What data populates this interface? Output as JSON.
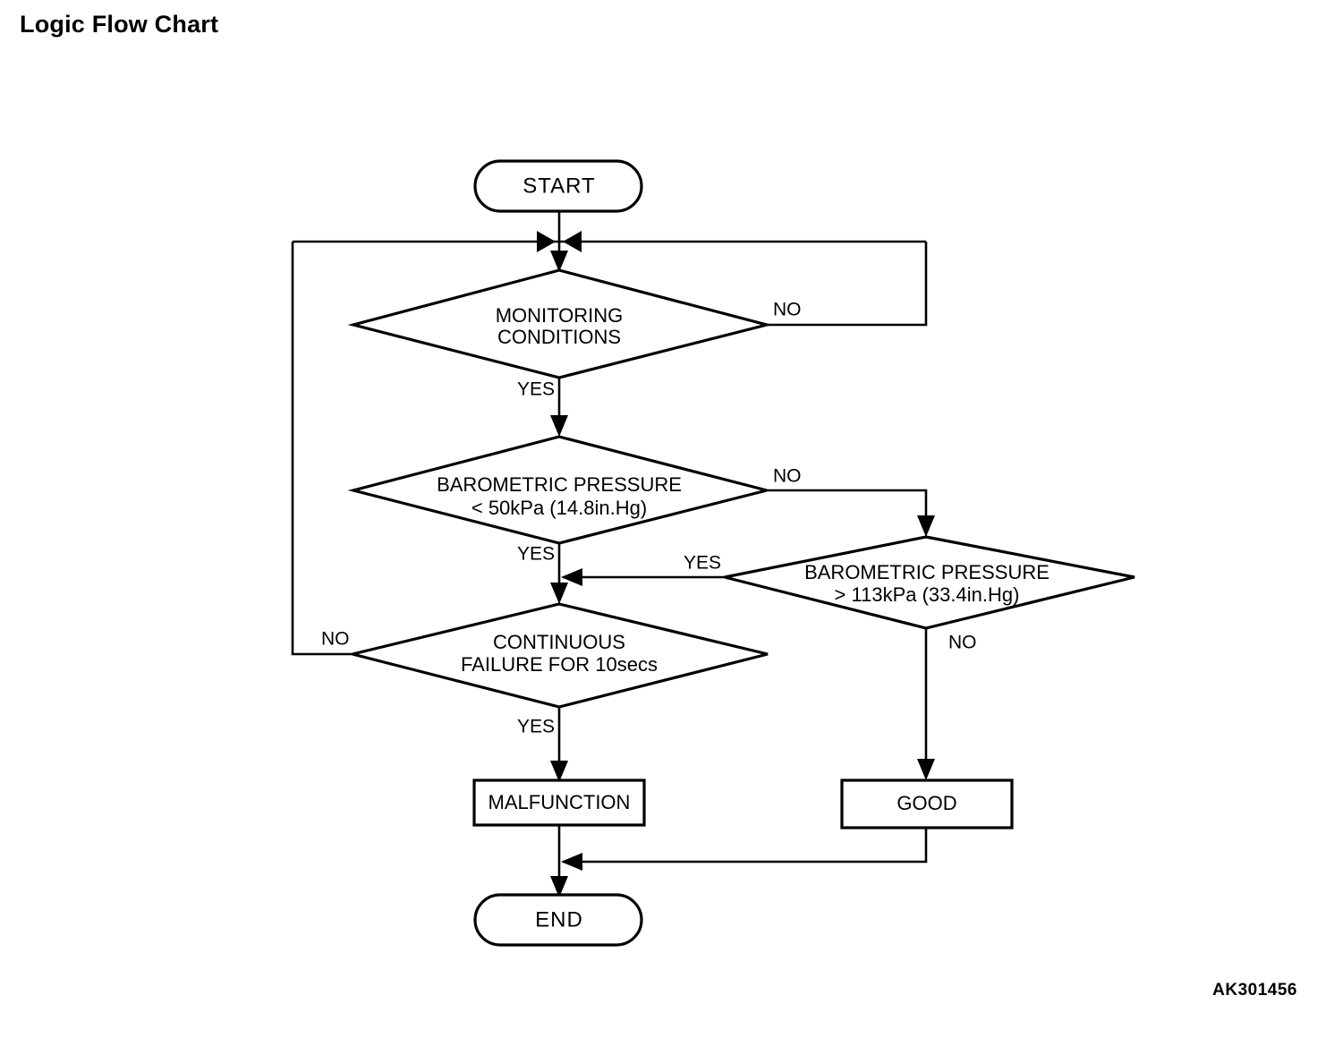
{
  "page": {
    "title": "Logic Flow Chart",
    "figure_code": "AK301456"
  },
  "chart_data": {
    "type": "diagram",
    "diagram_kind": "flowchart",
    "title": "Logic Flow Chart",
    "nodes": [
      {
        "id": "start",
        "shape": "terminator",
        "label": "START"
      },
      {
        "id": "monitoring",
        "shape": "decision",
        "label_line1": "MONITORING",
        "label_line2": "CONDITIONS"
      },
      {
        "id": "baro_low",
        "shape": "decision",
        "label_line1": "BAROMETRIC PRESSURE",
        "label_line2": "< 50kPa (14.8in.Hg)"
      },
      {
        "id": "baro_high",
        "shape": "decision",
        "label_line1": "BAROMETRIC PRESSURE",
        "label_line2": "> 113kPa (33.4in.Hg)"
      },
      {
        "id": "continuous",
        "shape": "decision",
        "label_line1": "CONTINUOUS",
        "label_line2": "FAILURE FOR 10secs"
      },
      {
        "id": "malfunction",
        "shape": "process",
        "label": "MALFUNCTION"
      },
      {
        "id": "good",
        "shape": "process",
        "label": "GOOD"
      },
      {
        "id": "end",
        "shape": "terminator",
        "label": "END"
      }
    ],
    "edges": [
      {
        "from": "start",
        "to": "monitoring",
        "label": ""
      },
      {
        "from": "monitoring",
        "to": "baro_low",
        "label": "YES"
      },
      {
        "from": "monitoring",
        "to": "monitoring",
        "label": "NO"
      },
      {
        "from": "baro_low",
        "to": "continuous",
        "label": "YES"
      },
      {
        "from": "baro_low",
        "to": "baro_high",
        "label": "NO"
      },
      {
        "from": "baro_high",
        "to": "continuous",
        "label": "YES"
      },
      {
        "from": "baro_high",
        "to": "good",
        "label": "NO"
      },
      {
        "from": "continuous",
        "to": "malfunction",
        "label": "YES"
      },
      {
        "from": "continuous",
        "to": "monitoring",
        "label": "NO"
      },
      {
        "from": "malfunction",
        "to": "end",
        "label": ""
      },
      {
        "from": "good",
        "to": "end",
        "label": ""
      }
    ]
  },
  "nodes": {
    "start": {
      "label": "START"
    },
    "monitoring": {
      "line1": "MONITORING",
      "line2": "CONDITIONS"
    },
    "baro_low": {
      "line1": "BAROMETRIC PRESSURE",
      "line2": "< 50kPa (14.8in.Hg)"
    },
    "baro_high": {
      "line1": "BAROMETRIC PRESSURE",
      "line2": "> 113kPa (33.4in.Hg)"
    },
    "continuous": {
      "line1": "CONTINUOUS",
      "line2": "FAILURE FOR 10secs"
    },
    "malfunction": {
      "label": "MALFUNCTION"
    },
    "good": {
      "label": "GOOD"
    },
    "end": {
      "label": "END"
    }
  },
  "edge_labels": {
    "monitoring_no": "NO",
    "monitoring_yes": "YES",
    "baro_low_no": "NO",
    "baro_low_yes": "YES",
    "baro_high_yes": "YES",
    "baro_high_no": "NO",
    "continuous_no": "NO",
    "continuous_yes": "YES"
  },
  "colors": {
    "stroke": "#000000",
    "fill": "#ffffff",
    "text": "#000000"
  }
}
